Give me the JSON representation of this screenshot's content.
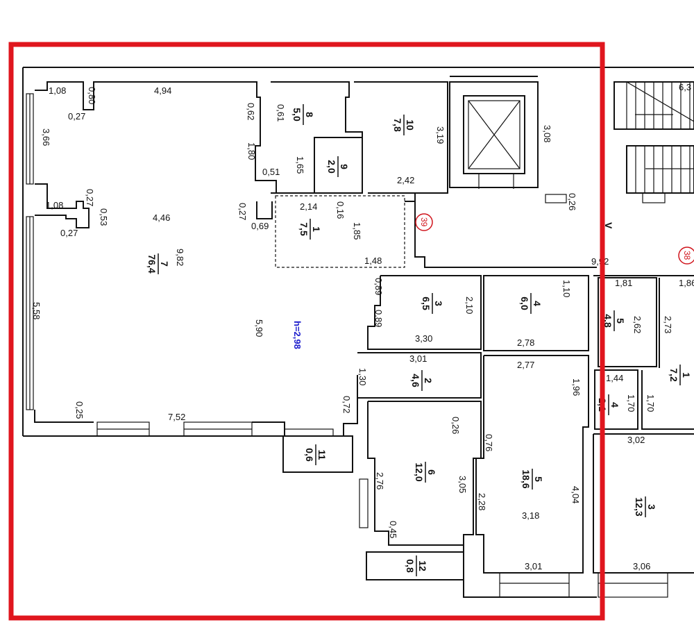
{
  "plan": {
    "height_label": "h=2,98",
    "axis_marks": [
      "39",
      "38"
    ],
    "corridor_label": "V",
    "frame_color": "#e0161e",
    "rooms": [
      {
        "num": "8",
        "area": "5,0"
      },
      {
        "num": "10",
        "area": "7,8"
      },
      {
        "num": "9",
        "area": "2,0"
      },
      {
        "num": "1",
        "area": "7,5"
      },
      {
        "num": "7",
        "area": "76,4"
      },
      {
        "num": "3",
        "area": "6,5"
      },
      {
        "num": "4",
        "area": "6,0"
      },
      {
        "num": "2",
        "area": "4,6"
      },
      {
        "num": "11",
        "area": "0,6"
      },
      {
        "num": "6",
        "area": "12,0"
      },
      {
        "num": "5",
        "area": "18,6"
      },
      {
        "num": "12",
        "area": "0,8"
      },
      {
        "num": "5",
        "area": "4,8"
      },
      {
        "num": "1",
        "area": "7,2"
      },
      {
        "num": "4",
        "area": "2,1"
      },
      {
        "num": "3",
        "area": "12,3"
      }
    ],
    "dimensions": [
      "1,08",
      "0,80",
      "0,27",
      "4,94",
      "0,62",
      "0,61",
      "3,66",
      "1,80",
      "1,65",
      "0,51",
      "3,19",
      "3,08",
      "2,42",
      "0,27",
      "0,53",
      "1,08",
      "0,27",
      "4,46",
      "0,27",
      "0,69",
      "2,14",
      "0,16",
      "1,85",
      "1,48",
      "0,26",
      "9,82",
      "9,92",
      "5,58",
      "5,90",
      "0,89",
      "0,89",
      "2,10",
      "3,30",
      "1,10",
      "2,78",
      "3,01",
      "1,30",
      "2,77",
      "1,96",
      "0,72",
      "0,25",
      "7,52",
      "0,26",
      "0,76",
      "2,76",
      "3,05",
      "2,28",
      "3,18",
      "4,04",
      "0,45",
      "3,01",
      "1,81",
      "1,86",
      "2,62",
      "2,73",
      "1,44",
      "1,70",
      "1,70",
      "3,02",
      "3,06",
      "6,3"
    ]
  }
}
